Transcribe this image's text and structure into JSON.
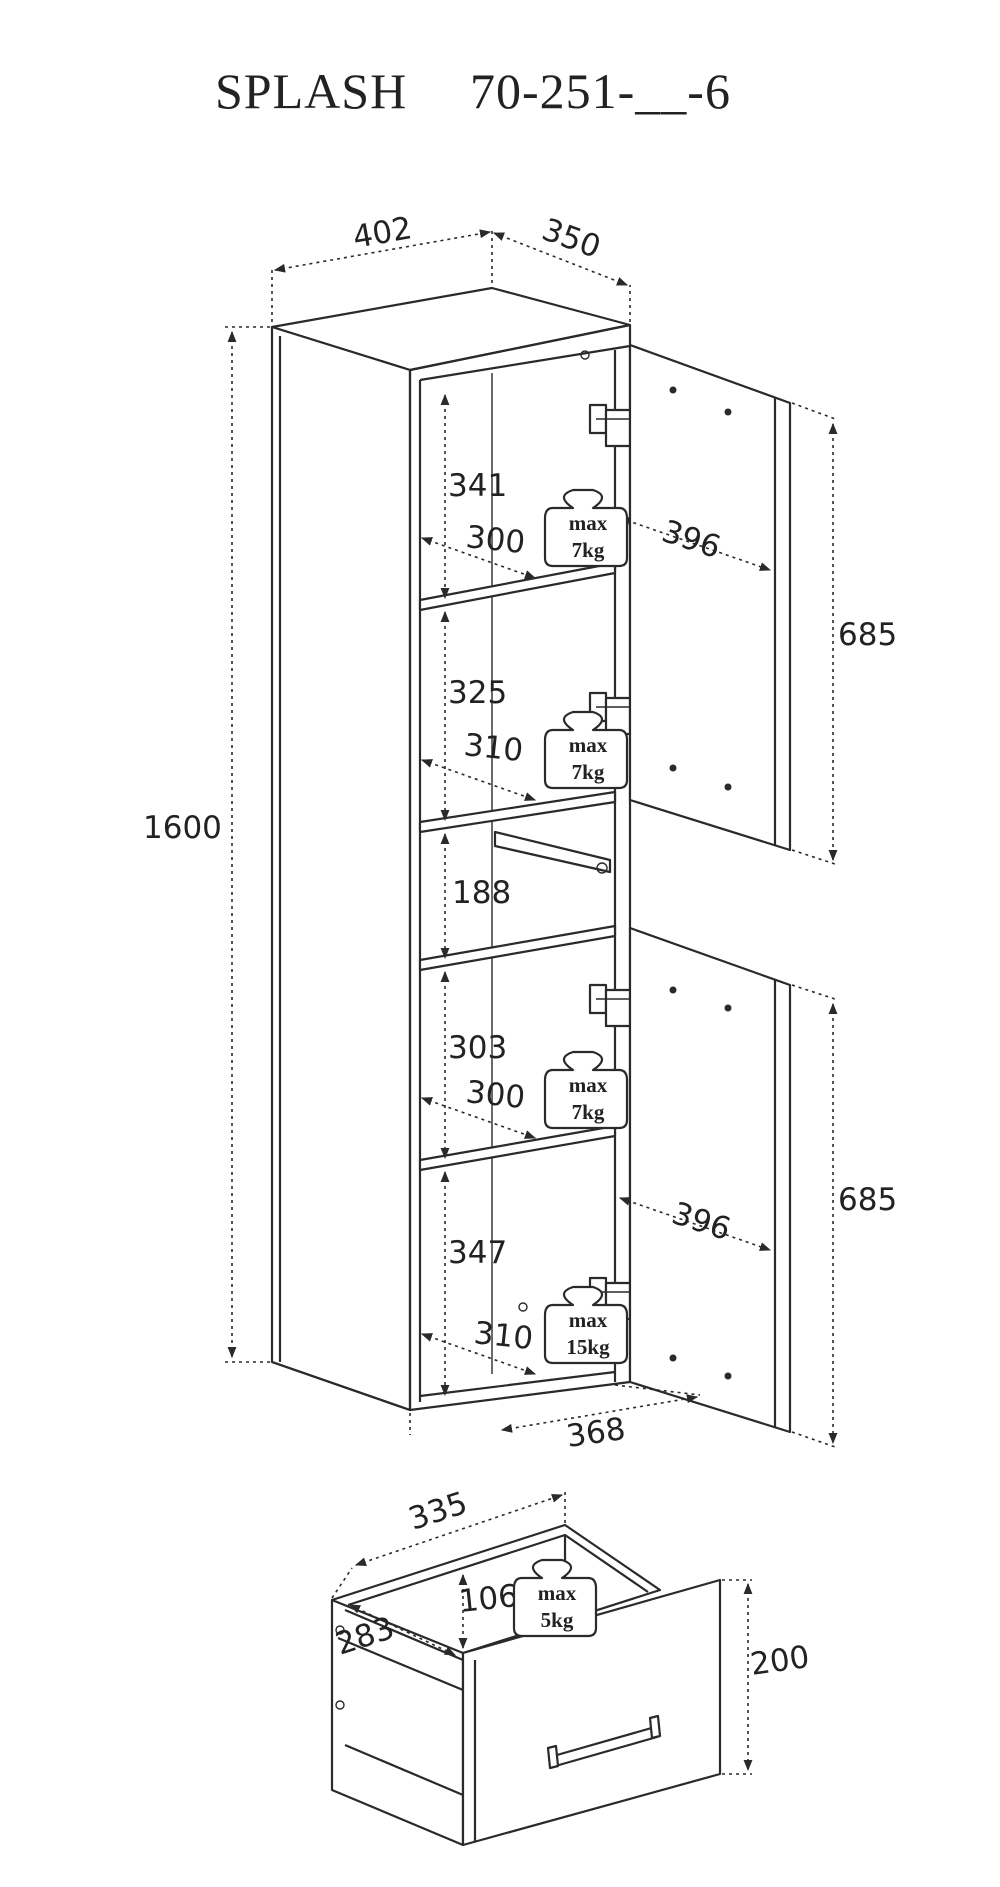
{
  "title": {
    "name": "SPLASH",
    "code": "70-251-__-6"
  },
  "cabinet": {
    "width": "402",
    "depth": "350",
    "height": "1600",
    "inner_width": "368",
    "door_height_upper": "685",
    "door_height_lower": "685",
    "door_width_upper": "396",
    "door_width_lower": "396",
    "compartments": [
      {
        "height": "341",
        "shelf_depth": "300",
        "weight_max": "max",
        "weight_value": "7kg"
      },
      {
        "height": "325",
        "shelf_depth": "310",
        "weight_max": "max",
        "weight_value": "7kg"
      },
      {
        "height": "188"
      },
      {
        "height": "303",
        "shelf_depth": "300",
        "weight_max": "max",
        "weight_value": "7kg"
      },
      {
        "height": "347",
        "shelf_depth": "310",
        "weight_max": "max",
        "weight_value": "15kg"
      }
    ]
  },
  "drawer": {
    "width": "335",
    "depth": "283",
    "inner_height": "106",
    "height": "200",
    "weight_max": "max",
    "weight_value": "5kg"
  }
}
